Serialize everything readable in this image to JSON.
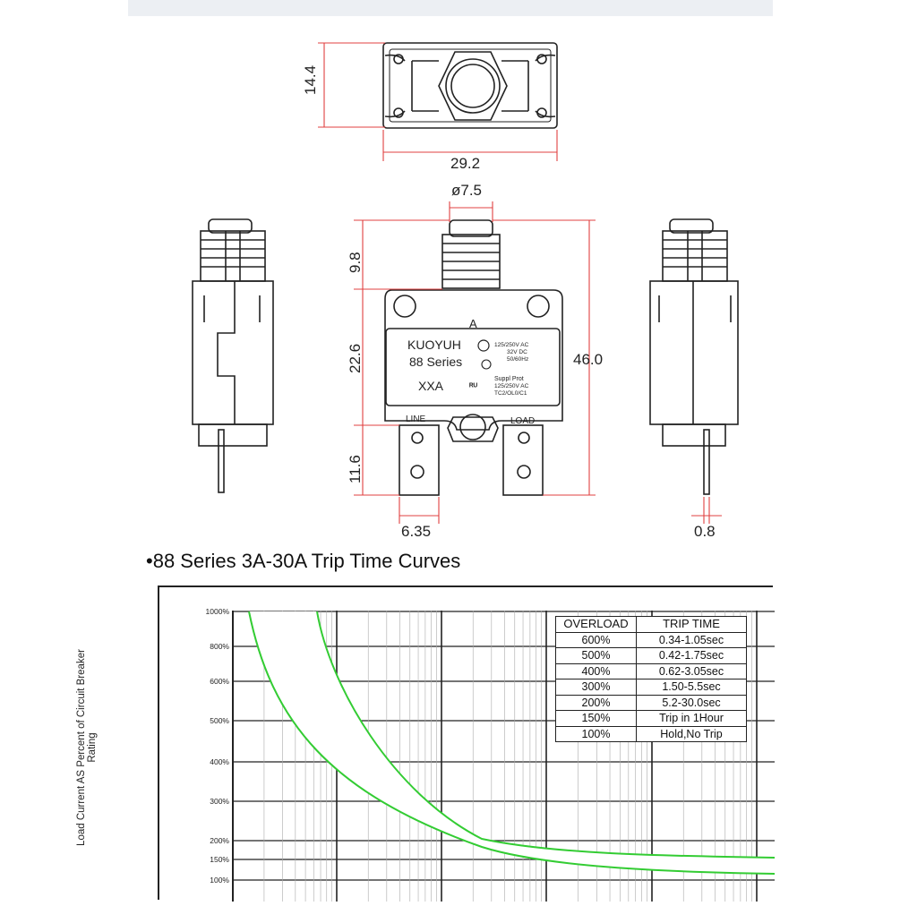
{
  "dimensions": {
    "height_top": "14.4",
    "width_top": "29.2",
    "button_diameter": "ø7.5",
    "button_height": "9.8",
    "body_height": "22.6",
    "terminal_height": "11.6",
    "total_height": "46.0",
    "terminal_width": "6.35",
    "pin_thickness": "0.8"
  },
  "breaker_label": {
    "marker": "A",
    "brand": "KUOYUH",
    "series": "88 Series",
    "model": "XXA",
    "rating_line1": "125/250V AC",
    "rating_line2": "32V DC",
    "rating_line3": "50/60Hz",
    "supp_line1": "Suppl Prot",
    "supp_line2": "125/250V AC",
    "supp_line3": "TC2/OL0/C1",
    "line_label": "LINE",
    "load_label": "LOAD"
  },
  "section_title": "•88 Series 3A-30A Trip Time Curves",
  "chart_data": {
    "type": "line",
    "title": "",
    "ylabel": "Load Current AS Percent of Circuit Breaker Rating",
    "y_ticks": [
      "1000%",
      "800%",
      "600%",
      "500%",
      "400%",
      "300%",
      "200%",
      "150%",
      "100%"
    ],
    "curve_color": "#33cc33",
    "table": {
      "headers": [
        "OVERLOAD",
        "TRIP TIME"
      ],
      "rows": [
        [
          "600%",
          "0.34-1.05sec"
        ],
        [
          "500%",
          "0.42-1.75sec"
        ],
        [
          "400%",
          "0.62-3.05sec"
        ],
        [
          "300%",
          "1.50-5.5sec"
        ],
        [
          "200%",
          "5.2-30.0sec"
        ],
        [
          "150%",
          "Trip in 1Hour"
        ],
        [
          "100%",
          "Hold,No Trip"
        ]
      ]
    }
  }
}
